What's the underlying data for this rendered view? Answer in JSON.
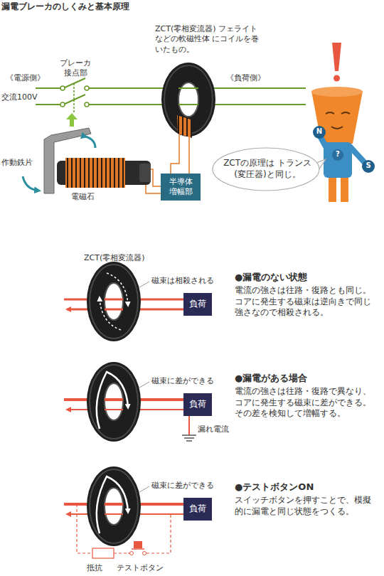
{
  "diagram": {
    "title": "漏電ブレーカのしくみと基本原理",
    "nodes": [
      {
        "text": [
          "半導体 増幅部"
        ]
      },
      {
        "text": [
          "ZCTの原理は トランス(変圧器)と同じ。"
        ]
      },
      {
        "text": [
          "負荷"
        ]
      },
      {
        "text": [
          "負荷"
        ]
      },
      {
        "text": [
          "負荷"
        ]
      }
    ],
    "labels": [
      "《電源側》",
      "交流100V",
      "ブレーカ 接点部",
      "ZCT(零相変流器) フェライトなどの軟磁性体 にコイルを巻いたもの。",
      "《負荷側》",
      "作動鉄片",
      "電磁石",
      "N",
      "?",
      "S",
      "ZCT(零相変流器)",
      "磁束は相殺される",
      "●漏電のない状態",
      "電流の強さは往路・復路とも同じ。コアに発生する磁束は逆向きで同じ強さなので相殺される。",
      "磁束に差ができる",
      "漏れ電流",
      "●漏電がある場合",
      "電流の強さは往路・復路で異なり、コアに発生する磁束に差ができる。その差を検知して増幅する。",
      "磁束に差ができる",
      "抵抗",
      "テストボタン",
      "●テストボタンON",
      "スイッチボタンを押すことで、模擬的に漏電と同じ状態をつくる。"
    ]
  }
}
